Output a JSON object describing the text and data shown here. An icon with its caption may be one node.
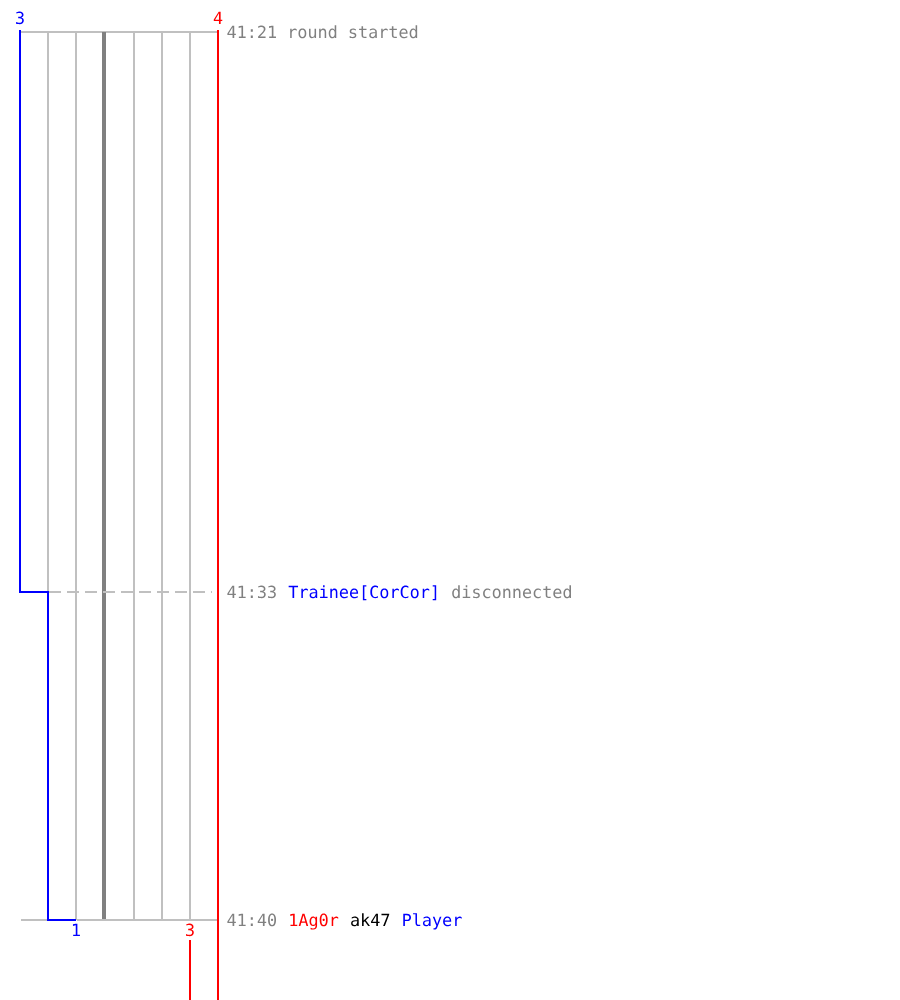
{
  "diagram": {
    "labels": [
      "3",
      "4",
      "41:21 round started",
      "41:33",
      "Trainee[CorCor]",
      "disconnected",
      "41:40",
      "1Ag0r",
      "ak47",
      "Player",
      "1",
      "3"
    ]
  }
}
